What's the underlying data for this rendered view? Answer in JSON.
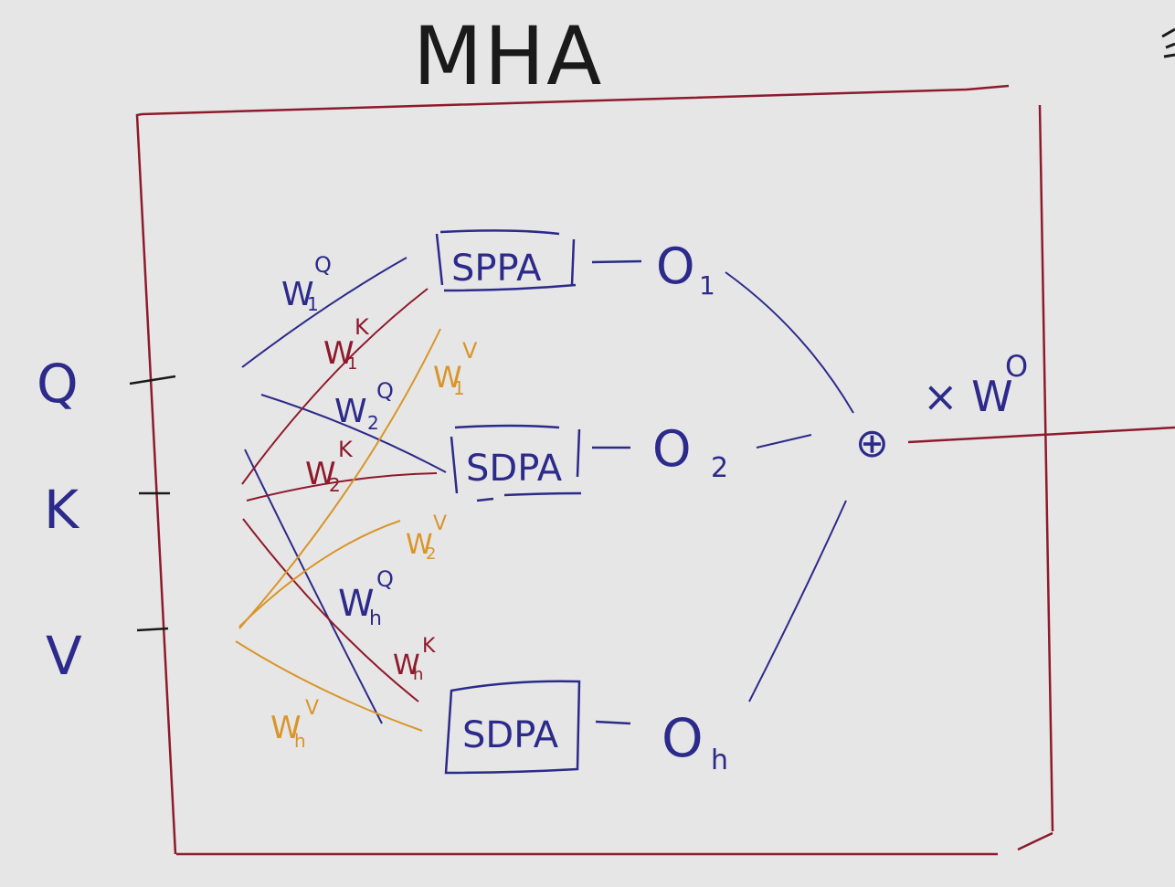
{
  "title": "MHA",
  "inputs": {
    "q": "Q",
    "k": "K",
    "v": "V"
  },
  "heads": [
    {
      "block": "SPPA",
      "output": {
        "base": "O",
        "sub": "1"
      }
    },
    {
      "block": "SDPA",
      "output": {
        "base": "O",
        "sub": "2"
      }
    },
    {
      "block": "SDPA",
      "output": {
        "base": "O",
        "sub": "h"
      }
    }
  ],
  "weights": {
    "w1q": {
      "base": "W",
      "sub": "1",
      "sup": "Q"
    },
    "w1k": {
      "base": "W",
      "sub": "1",
      "sup": "K"
    },
    "w1v": {
      "base": "W",
      "sub": "1",
      "sup": "V"
    },
    "w2q": {
      "base": "W",
      "sub": "2",
      "sup": "Q"
    },
    "w2k": {
      "base": "W",
      "sub": "2",
      "sup": "K"
    },
    "w2v": {
      "base": "W",
      "sub": "2",
      "sup": "V"
    },
    "whq": {
      "base": "W",
      "sub": "h",
      "sup": "Q"
    },
    "whk": {
      "base": "W",
      "sub": "h",
      "sup": "K"
    },
    "whv": {
      "base": "W",
      "sub": "h",
      "sup": "V"
    }
  },
  "combine": {
    "symbol": "⊕",
    "label": "× W",
    "label_sup": "O"
  },
  "colors": {
    "background": "#e6e6e6",
    "ink_black": "#1a1a1a",
    "ink_blue": "#2c2a8a",
    "ink_red": "#8e1a2c",
    "ink_orange": "#d9952a"
  }
}
